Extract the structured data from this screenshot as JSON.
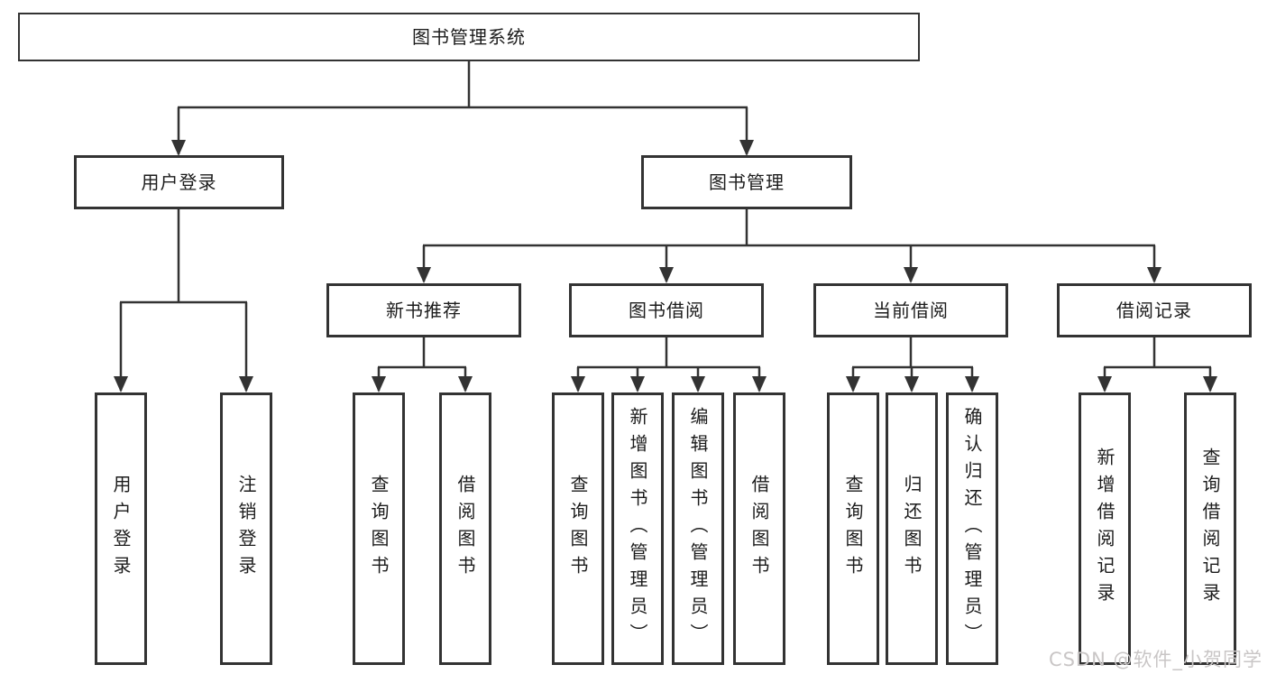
{
  "tree": {
    "root": "图书管理系统",
    "l2": [
      "用户登录",
      "图书管理"
    ],
    "l3": [
      "新书推荐",
      "图书借阅",
      "当前借阅",
      "借阅记录"
    ],
    "leaves_user_login": [
      "用户登录",
      "注销登录"
    ],
    "leaves_new_book": [
      "查询图书",
      "借阅图书"
    ],
    "leaves_book_borrow": [
      "查询图书",
      "新增图书（管理员）",
      "编辑图书（管理员）",
      "借阅图书"
    ],
    "leaves_current_borrow": [
      "查询图书",
      "归还图书",
      "确认归还（管理员）"
    ],
    "leaves_records": [
      "新增借阅记录",
      "查询借阅记录"
    ]
  },
  "watermark": "CSDN @软件_小贺同学",
  "colors": {
    "line": "#333333",
    "text": "#1c1c1c",
    "background": "#ffffff",
    "watermark": "#c9c6c6"
  }
}
